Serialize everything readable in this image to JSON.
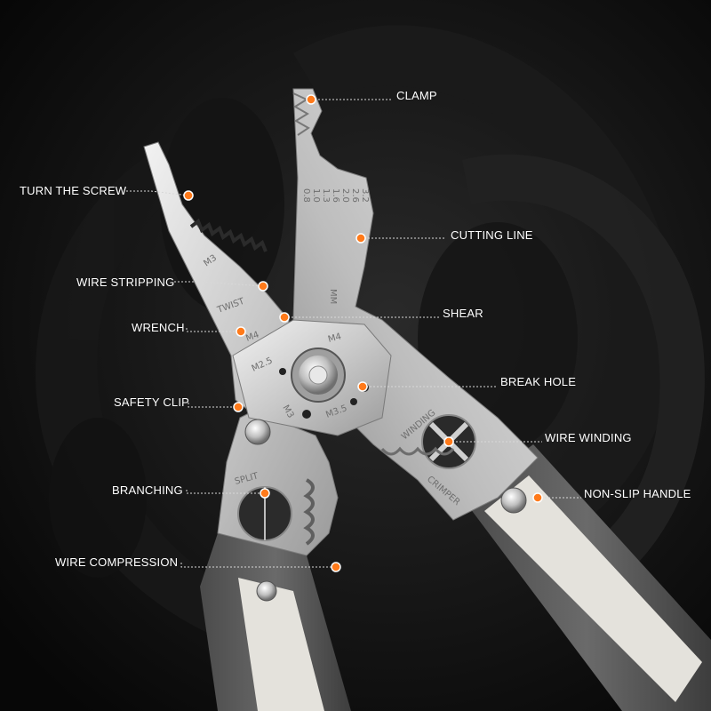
{
  "accent_color": "#ff7a1a",
  "callouts": {
    "clamp": "CLAMP",
    "turn_the_screw": "TURN THE SCREW",
    "cutting_line": "CUTTING LINE",
    "wire_stripping": "WIRE STRIPPING",
    "shear": "SHEAR",
    "wrench": "WRENCH",
    "break_hole": "BREAK HOLE",
    "safety_clip": "SAFETY CLIP",
    "wire_winding": "WIRE WINDING",
    "branching": "BRANCHING",
    "non_slip_handle": "NON-SLIP HANDLE",
    "wire_compression": "WIRE COMPRESSION"
  },
  "tool_markings": {
    "m3": "M3",
    "twist": "TWIST",
    "m4_left": "M4",
    "m4_right": "M4",
    "m2_5": "M2.5",
    "m3_low": "M3",
    "m3_5": "M3.5",
    "split": "SPLIT",
    "winding": "WINDING",
    "crimper": "CRIMPER",
    "scale_col_1": "0.8",
    "scale_col_2": "1.0",
    "scale_col_3": "1.3",
    "scale_col_4": "1.6",
    "scale_col_5": "2.0",
    "scale_col_6": "2.6",
    "scale_col_7": "3.2",
    "scale_unit": "MM"
  }
}
